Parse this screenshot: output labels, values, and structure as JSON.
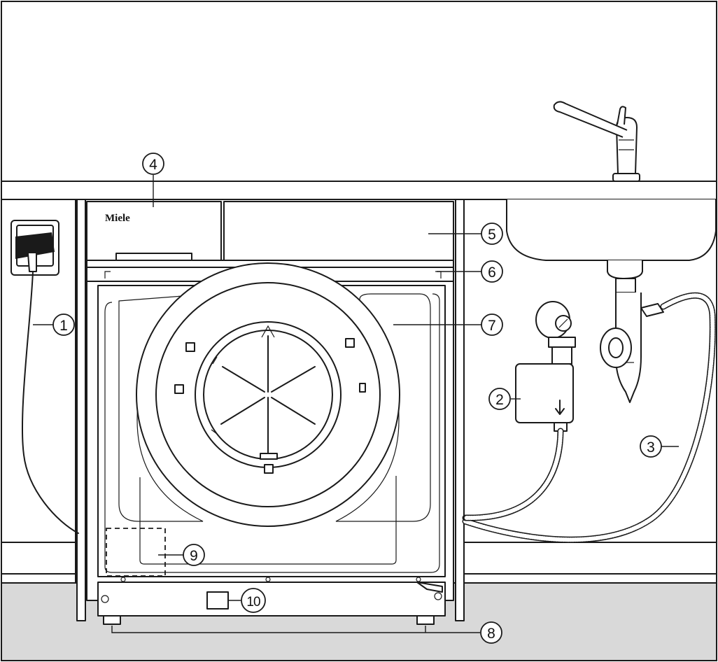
{
  "brand": {
    "logo_text": "Miele"
  },
  "colors": {
    "floor": "#d9d9d9",
    "line": "#1a1a1a",
    "background": "#ffffff"
  },
  "callouts": [
    {
      "id": "1",
      "label": "1"
    },
    {
      "id": "2",
      "label": "2"
    },
    {
      "id": "3",
      "label": "3"
    },
    {
      "id": "4",
      "label": "4"
    },
    {
      "id": "5",
      "label": "5"
    },
    {
      "id": "6",
      "label": "6"
    },
    {
      "id": "7",
      "label": "7"
    },
    {
      "id": "8",
      "label": "8"
    },
    {
      "id": "9",
      "label": "9"
    },
    {
      "id": "10",
      "label": "10"
    }
  ]
}
